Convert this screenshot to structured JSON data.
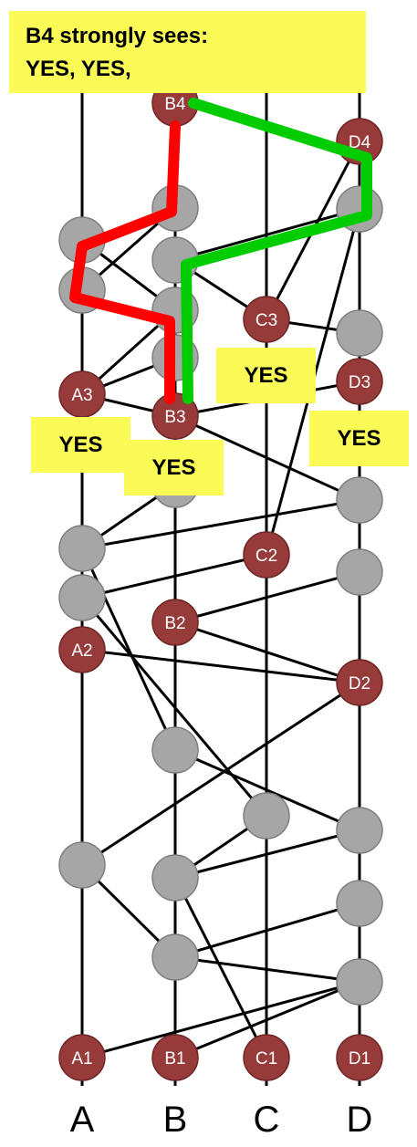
{
  "title": {
    "line1": "B4 strongly sees:",
    "line2": "YES, YES,"
  },
  "yes_labels": [
    "YES",
    "YES",
    "YES",
    "YES"
  ],
  "columns": [
    "A",
    "B",
    "C",
    "D"
  ],
  "event_labels": {
    "A1": "A1",
    "A2": "A2",
    "A3": "A3",
    "B1": "B1",
    "B2": "B2",
    "B3": "B3",
    "B4": "B4",
    "C1": "C1",
    "C2": "C2",
    "C3": "C3",
    "D1": "D1",
    "D2": "D2",
    "D3": "D3",
    "D4": "D4"
  },
  "colors": {
    "named_event": "#973a3a",
    "unnamed_event": "#a6a6a6",
    "red_path": "#ff0000",
    "green_path": "#00cc00",
    "highlight": "#fbfb58",
    "line": "#000000"
  }
}
